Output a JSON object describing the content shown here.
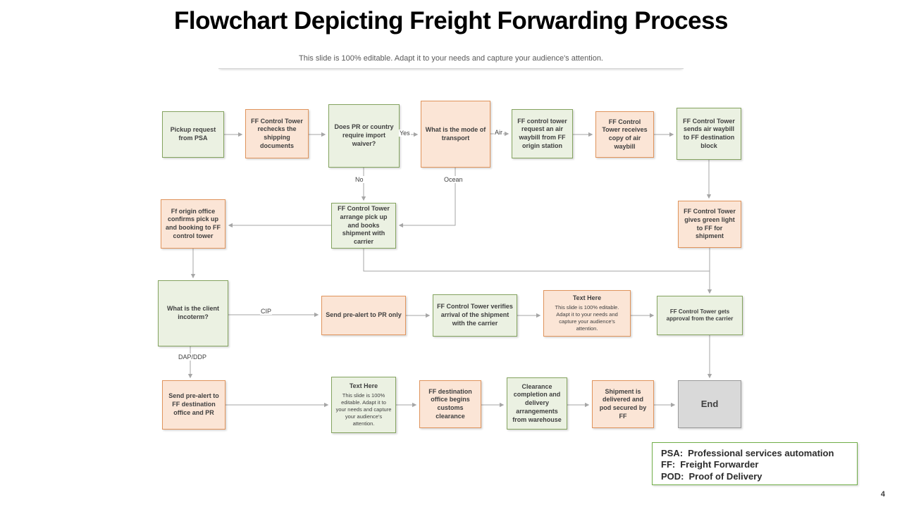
{
  "slide": {
    "title": "Flowchart Depicting Freight Forwarding Process",
    "subtitle": "This slide is 100% editable. Adapt it to your needs and capture your audience's attention.",
    "page_number": "4"
  },
  "colors": {
    "green_fill": "#ebf1e2",
    "green_border": "#84a35f",
    "peach_fill": "#fbe5d6",
    "peach_border": "#e0945c",
    "gray_fill": "#d9d9d9",
    "gray_border": "#9a9a9a",
    "arrow_color": "#a6a6a6",
    "legend_border": "#70ad47"
  },
  "nodes": {
    "pickup": {
      "label": "Pickup request from PSA"
    },
    "rechecks": {
      "label": "FF Control Tower rechecks the shipping documents"
    },
    "waiver": {
      "label": "Does PR or country require import waiver?"
    },
    "mode": {
      "label": "What is the mode of transport"
    },
    "request_awb": {
      "label": "FF control tower request an air waybill from FF origin station"
    },
    "receives_awb": {
      "label": "FF Control Tower receives copy of air waybill"
    },
    "sends_awb": {
      "label": "FF Control Tower sends air waybill to FF destination block"
    },
    "origin_confirms": {
      "label": "Ff origin office confirms pick up and booking to FF control tower"
    },
    "arrange_pickup": {
      "label": "FF Control Tower arrange pick up and books shipment with carrier"
    },
    "green_light": {
      "label": "FF Control Tower gives green light to FF for shipment"
    },
    "incoterm": {
      "label": "What is the client incoterm?"
    },
    "prealert_pr": {
      "label": "Send pre-alert to PR only"
    },
    "verifies_arrival": {
      "label": "FF Control Tower verifies arrival of the shipment with the carrier"
    },
    "text_here_1": {
      "title": "Text Here",
      "body": "This slide is 100% editable. Adapt it to your needs and capture your audience's attention."
    },
    "gets_approval": {
      "label": "FF Control Tower gets approval from the carrier"
    },
    "prealert_dest": {
      "label": "Send pre-alert to FF destination office and PR"
    },
    "text_here_2": {
      "title": "Text Here",
      "body": "This slide is 100% editable. Adapt it to your needs and capture your audience's attention."
    },
    "customs": {
      "label": "FF destination office begins customs clearance"
    },
    "clearance": {
      "label": "Clearance completion and delivery arrangements from warehouse"
    },
    "delivered": {
      "label": "Shipment is delivered and pod secured by FF"
    },
    "end": {
      "label": "End"
    }
  },
  "edge_labels": {
    "yes": "Yes",
    "air": "Air",
    "no": "No",
    "ocean": "Ocean",
    "cip": "CIP",
    "dap_ddp": "DAP/DDP"
  },
  "legend": {
    "items": [
      {
        "abbr": "PSA:",
        "full": "Professional services automation"
      },
      {
        "abbr": "FF:",
        "full": "Freight Forwarder"
      },
      {
        "abbr": "POD:",
        "full": "Proof of Delivery"
      }
    ]
  }
}
